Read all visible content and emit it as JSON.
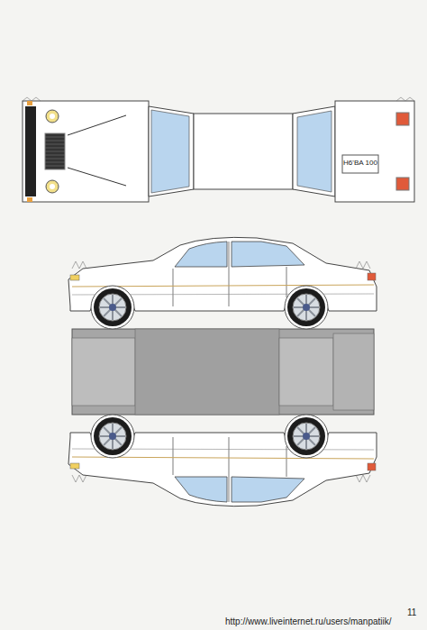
{
  "diagram": {
    "labels": [
      "H6'BA 100",
      "11",
      "http://www.liveinternet.ru/users/manpatiik/"
    ]
  }
}
